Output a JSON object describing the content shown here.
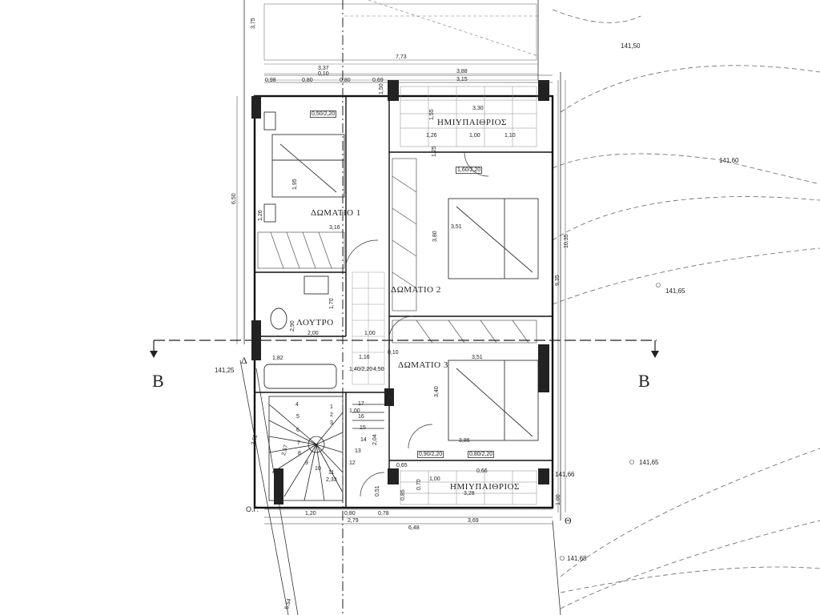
{
  "rooms": {
    "bedroom1": "ΔΩΜΑΤΙΟ 1",
    "bedroom2": "ΔΩΜΑΤΙΟ 2",
    "bedroom3": "ΔΩΜΑΤΙΟ 3",
    "bathroom": "ΛΟΥΤΡΟ",
    "veranda_top": "ΗΜΙΥΠΑΙΘΡΙΟΣ",
    "veranda_bottom": "ΗΜΙΥΠΑΙΘΡΙΟΣ"
  },
  "section": {
    "left": "B",
    "right": "B"
  },
  "points": {
    "delta": "Δ",
    "theta": "Θ",
    "og": "Ο.Γ."
  },
  "levels": {
    "l1": "141,50",
    "l2": "141,60",
    "l3": "141,65",
    "l4": "141,65",
    "l5": "141,25",
    "l6": "141,66",
    "l7": "141,68"
  },
  "dims_h": {
    "d1": "3,37",
    "d2": "0,10",
    "d3": "7,73",
    "d4": "3,88",
    "d5": "0,98",
    "d6": "0,80",
    "d7": "0,80",
    "d8": "0,69",
    "d9": "3,15",
    "d10": "3,30",
    "d11": "1,26",
    "d12": "1,00",
    "d13": "1,10",
    "d14": "3,16",
    "d15": "3,51",
    "d16": "2,00",
    "d17": "1,00",
    "d18": "1,16",
    "d19": "0,10",
    "d20": "3,51",
    "d21": "1,82",
    "d22": "1,20",
    "d23": "0,80",
    "d24": "0,78",
    "d25": "2,79",
    "d26": "3,69",
    "d27": "6,48",
    "d28": "0,65",
    "d29": "1,00",
    "d30": "0,66",
    "d31": "3,28",
    "d32": "3,86",
    "d33": "2,33",
    "d34": "1,00"
  },
  "dims_v": {
    "v1": "3,75",
    "v2": "6,50",
    "v3": "1,55",
    "v4": "1,25",
    "v5": "1,95",
    "v6": "1,26",
    "v7": "3,80",
    "v8": "1,70",
    "v9": "2,90",
    "v10": "3,40",
    "v11": "10,35",
    "v12": "9,35",
    "v13": "2,04",
    "v14": "2,57",
    "v15": "3,62",
    "v16": "0,51",
    "v17": "0,85",
    "v18": "0,70",
    "v19": "1,00",
    "v20": "5,54",
    "v21": "1,50"
  },
  "windows": {
    "w1": "0,50/2,20",
    "w2": "1,60/2,20",
    "w3": "1,40/2,20",
    "w4": "1,40/2,20",
    "w5": "4,50",
    "w6": "0,90/2,20",
    "w7": "0,80/2,20"
  },
  "stairs": [
    "1",
    "2",
    "3",
    "4",
    "5",
    "6",
    "7",
    "8",
    "9",
    "10",
    "11",
    "12",
    "13",
    "14",
    "15",
    "16",
    "17"
  ]
}
